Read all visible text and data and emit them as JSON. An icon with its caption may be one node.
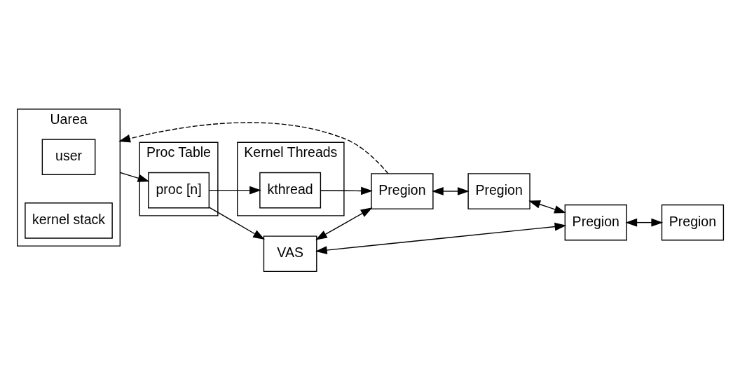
{
  "diagram": {
    "nodes": [
      {
        "text": [
          "Proc Table"
        ]
      },
      {
        "text": [
          "proc [n]"
        ],
        "in": 0
      },
      {
        "text": [
          "Kernel Threads"
        ]
      },
      {
        "text": [
          "kthread"
        ],
        "in": 2
      },
      {
        "text": [
          "VAS"
        ]
      },
      {
        "text": [
          "Pregion"
        ]
      },
      {
        "text": [
          "Pregion"
        ]
      },
      {
        "text": [
          "Pregion"
        ]
      },
      {
        "text": [
          "Pregion"
        ]
      },
      {
        "text": [
          "Uarea"
        ]
      },
      {
        "text": [
          "user"
        ],
        "in": 9
      },
      {
        "text": [
          "kernel stack"
        ],
        "in": 9
      }
    ],
    "edges": [
      {
        "from": 1,
        "to": 4,
        "arrow": "to"
      },
      {
        "from": 1,
        "to": 3,
        "arrow": "to"
      },
      {
        "from": 9,
        "to": 1,
        "arrow": "to"
      },
      {
        "from": 3,
        "to": 5,
        "arrow": "to"
      },
      {
        "from": 4,
        "to": 5,
        "arrow": "both"
      },
      {
        "from": 4,
        "to": 7,
        "arrow": "both"
      },
      {
        "from": 5,
        "to": 6,
        "arrow": "both"
      },
      {
        "from": 6,
        "to": 7,
        "arrow": "both"
      },
      {
        "from": 7,
        "to": 8,
        "arrow": "both"
      },
      {
        "from": 5,
        "to": 9,
        "arrow": "to",
        "style": "dashed"
      }
    ]
  }
}
